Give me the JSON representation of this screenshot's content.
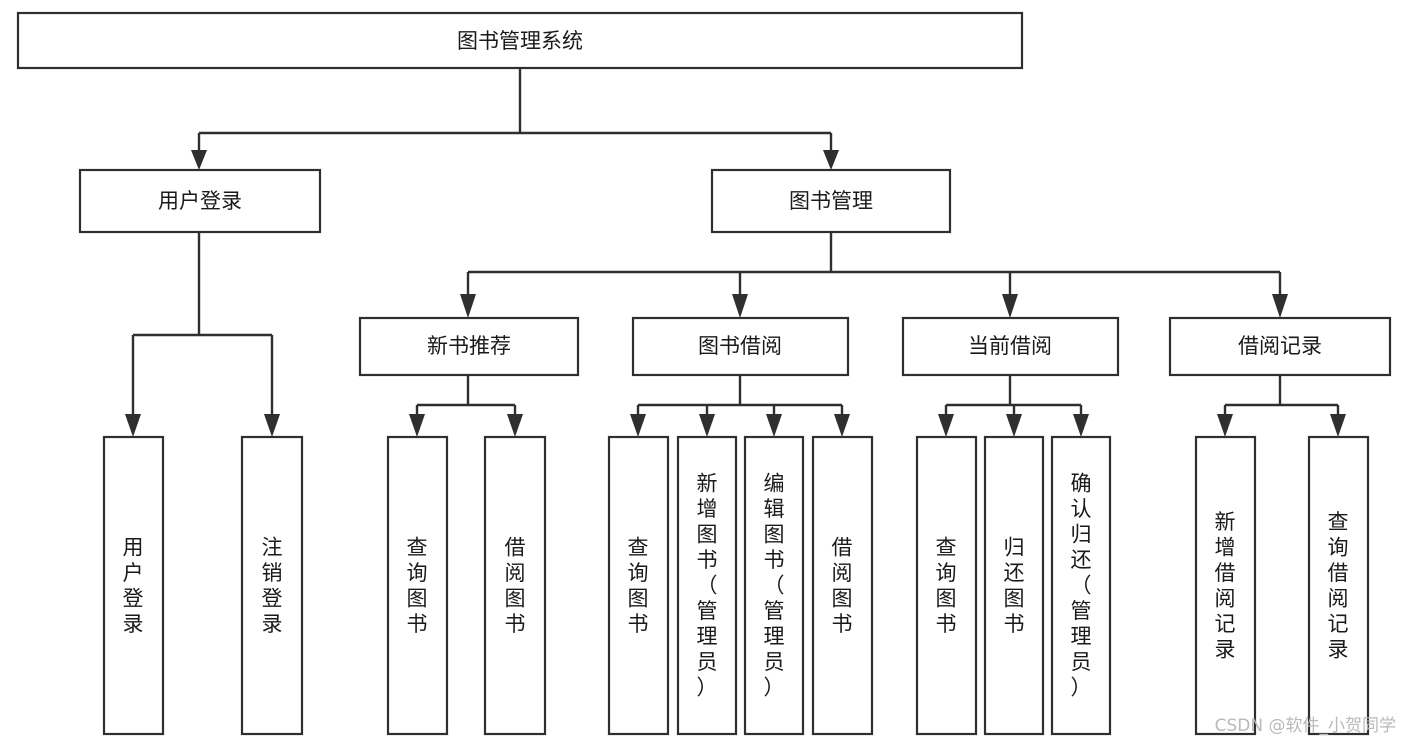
{
  "diagram": {
    "type": "tree-hierarchy",
    "title": "图书管理系统",
    "orientation": "top-down",
    "colors": {
      "box_fill": "#ffffff",
      "box_stroke": "#2f2f2f",
      "line": "#2f2f2f",
      "text": "#1a1a1a",
      "watermark": "#b9b9b9",
      "background": "#ffffff"
    },
    "root": {
      "label": "图书管理系统",
      "orientation": "horizontal"
    },
    "level2": [
      {
        "label": "用户登录",
        "orientation": "horizontal"
      },
      {
        "label": "图书管理",
        "orientation": "horizontal"
      }
    ],
    "level3": [
      {
        "label": "新书推荐",
        "orientation": "horizontal"
      },
      {
        "label": "图书借阅",
        "orientation": "horizontal"
      },
      {
        "label": "当前借阅",
        "orientation": "horizontal"
      },
      {
        "label": "借阅记录",
        "orientation": "horizontal"
      }
    ],
    "leaves": [
      {
        "label": "用户登录",
        "parent": "用户登录",
        "orientation": "vertical"
      },
      {
        "label": "注销登录",
        "parent": "用户登录",
        "orientation": "vertical"
      },
      {
        "label": "查询图书",
        "parent": "新书推荐",
        "orientation": "vertical"
      },
      {
        "label": "借阅图书",
        "parent": "新书推荐",
        "orientation": "vertical"
      },
      {
        "label": "查询图书",
        "parent": "图书借阅",
        "orientation": "vertical"
      },
      {
        "label": "新增图书（管理员）",
        "parent": "图书借阅",
        "orientation": "vertical"
      },
      {
        "label": "编辑图书（管理员）",
        "parent": "图书借阅",
        "orientation": "vertical"
      },
      {
        "label": "借阅图书",
        "parent": "图书借阅",
        "orientation": "vertical"
      },
      {
        "label": "查询图书",
        "parent": "当前借阅",
        "orientation": "vertical"
      },
      {
        "label": "归还图书",
        "parent": "当前借阅",
        "orientation": "vertical"
      },
      {
        "label": "确认归还（管理员）",
        "parent": "当前借阅",
        "orientation": "vertical"
      },
      {
        "label": "新增借阅记录",
        "parent": "借阅记录",
        "orientation": "vertical"
      },
      {
        "label": "查询借阅记录",
        "parent": "借阅记录",
        "orientation": "vertical"
      }
    ]
  },
  "watermark": {
    "text": "CSDN @软件_小贺同学"
  }
}
